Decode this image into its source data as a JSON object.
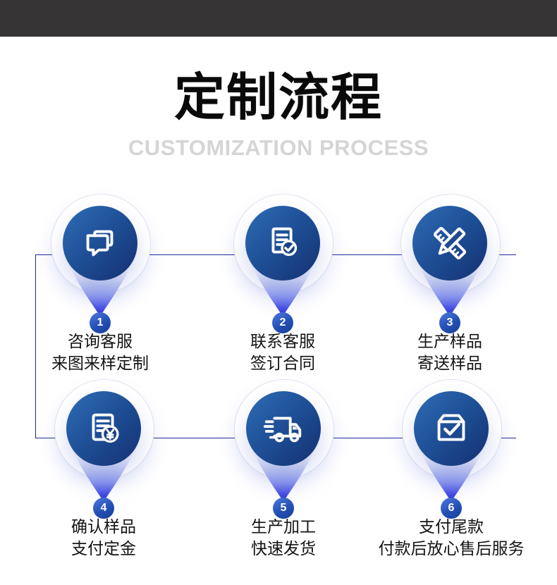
{
  "header": {
    "bar_color": "#363434"
  },
  "title": {
    "text": "定制流程",
    "subtitle": "CUSTOMIZATION PROCESS"
  },
  "colors": {
    "circle_gradient_start": "#2f6db6",
    "circle_gradient_end": "#143070",
    "connector_line": "#202c9c",
    "tail_tip_blue": "#252bd3",
    "badge_blue": "#2450b4",
    "subtitle_gray": "#d5d5d5",
    "label_text": "#141414"
  },
  "steps": [
    {
      "num": "1",
      "icon": "chat-bubbles-icon",
      "line1": "咨询客服",
      "line2": "来图来样定制"
    },
    {
      "num": "2",
      "icon": "contract-check-icon",
      "line1": "联系客服",
      "line2": "签订合同"
    },
    {
      "num": "3",
      "icon": "pencil-ruler-icon",
      "line1": "生产样品",
      "line2": "寄送样品"
    },
    {
      "num": "4",
      "icon": "invoice-yuan-icon",
      "line1": "确认样品",
      "line2": "支付定金"
    },
    {
      "num": "5",
      "icon": "delivery-truck-icon",
      "line1": "生产加工",
      "line2": "快速发货"
    },
    {
      "num": "6",
      "icon": "package-check-icon",
      "line1": "支付尾款",
      "line2": "付款后放心售后服务"
    }
  ]
}
